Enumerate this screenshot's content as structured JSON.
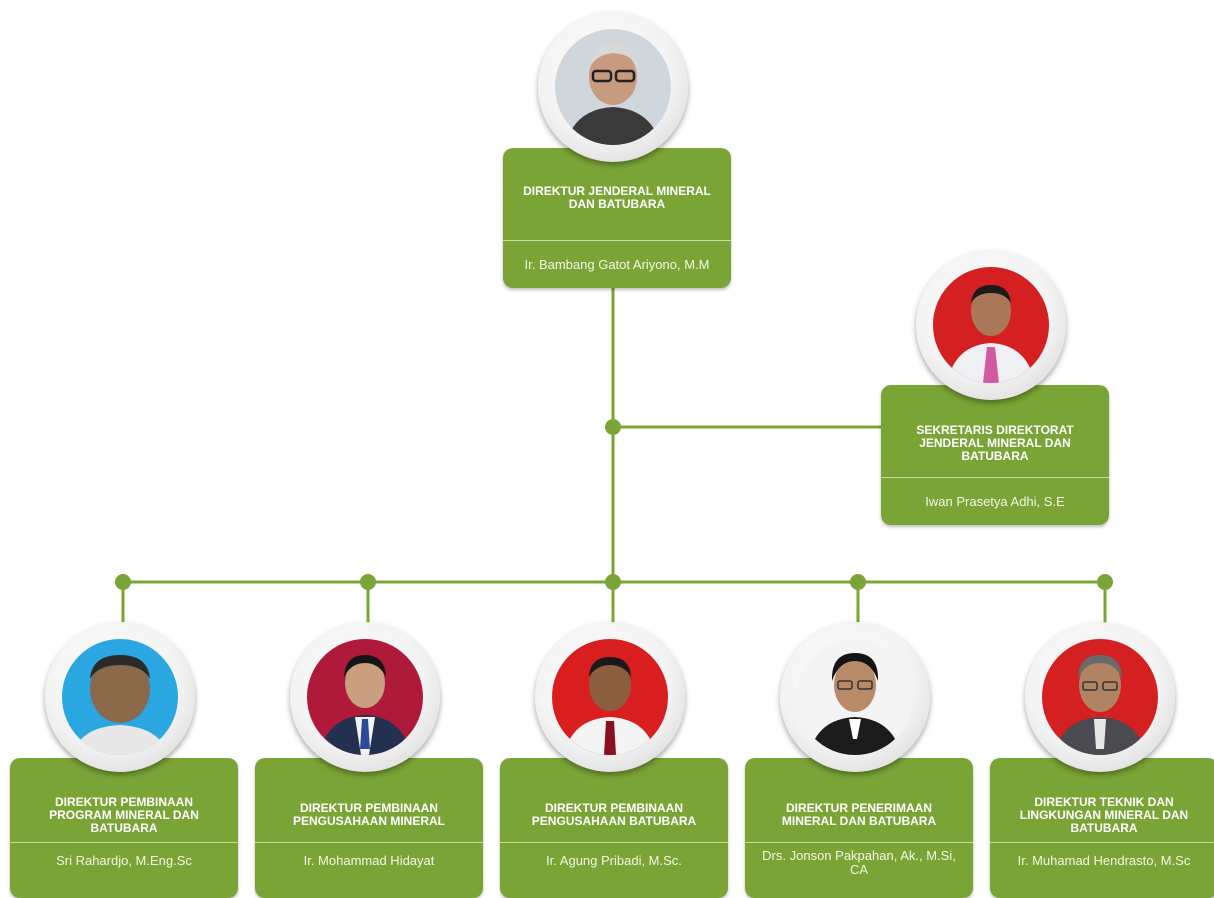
{
  "colors": {
    "line": "#7aa436",
    "card": "#7aa436",
    "card_separator": "#c9dc9a"
  },
  "top": {
    "title": "DIREKTUR JENDERAL MINERAL DAN BATUBARA",
    "name": "Ir. Bambang Gatot Ariyono, M.M",
    "photo_icon": "portrait-photo",
    "photo_bg": "#cfd6dc"
  },
  "secretary": {
    "title": "SEKRETARIS DIREKTORAT JENDERAL MINERAL DAN BATUBARA",
    "name": "Iwan Prasetya Adhi, S.E",
    "photo_icon": "portrait-photo",
    "photo_bg": "#d42020"
  },
  "directors": [
    {
      "title": "DIREKTUR PEMBINAAN PROGRAM MINERAL DAN BATUBARA",
      "name": "Sri Rahardjo, M.Eng.Sc",
      "photo_bg": "#2aa6e0"
    },
    {
      "title": "DIREKTUR PEMBINAAN PENGUSAHAAN MINERAL",
      "name": "Ir. Mohammad Hidayat",
      "photo_bg": "#b01a3a"
    },
    {
      "title": "DIREKTUR PEMBINAAN PENGUSAHAAN BATUBARA",
      "name": "Ir. Agung Pribadi, M.Sc.",
      "photo_bg": "#d81e1e"
    },
    {
      "title": "DIREKTUR PENERIMAAN MINERAL DAN BATUBARA",
      "name": "Drs. Jonson Pakpahan, Ak., M.Si, CA",
      "photo_bg": "#f4f4f4"
    },
    {
      "title": "DIREKTUR TEKNIK DAN LINGKUNGAN MINERAL DAN BATUBARA",
      "name": "Ir. Muhamad Hendrasto, M.Sc",
      "photo_bg": "#d42020"
    }
  ]
}
